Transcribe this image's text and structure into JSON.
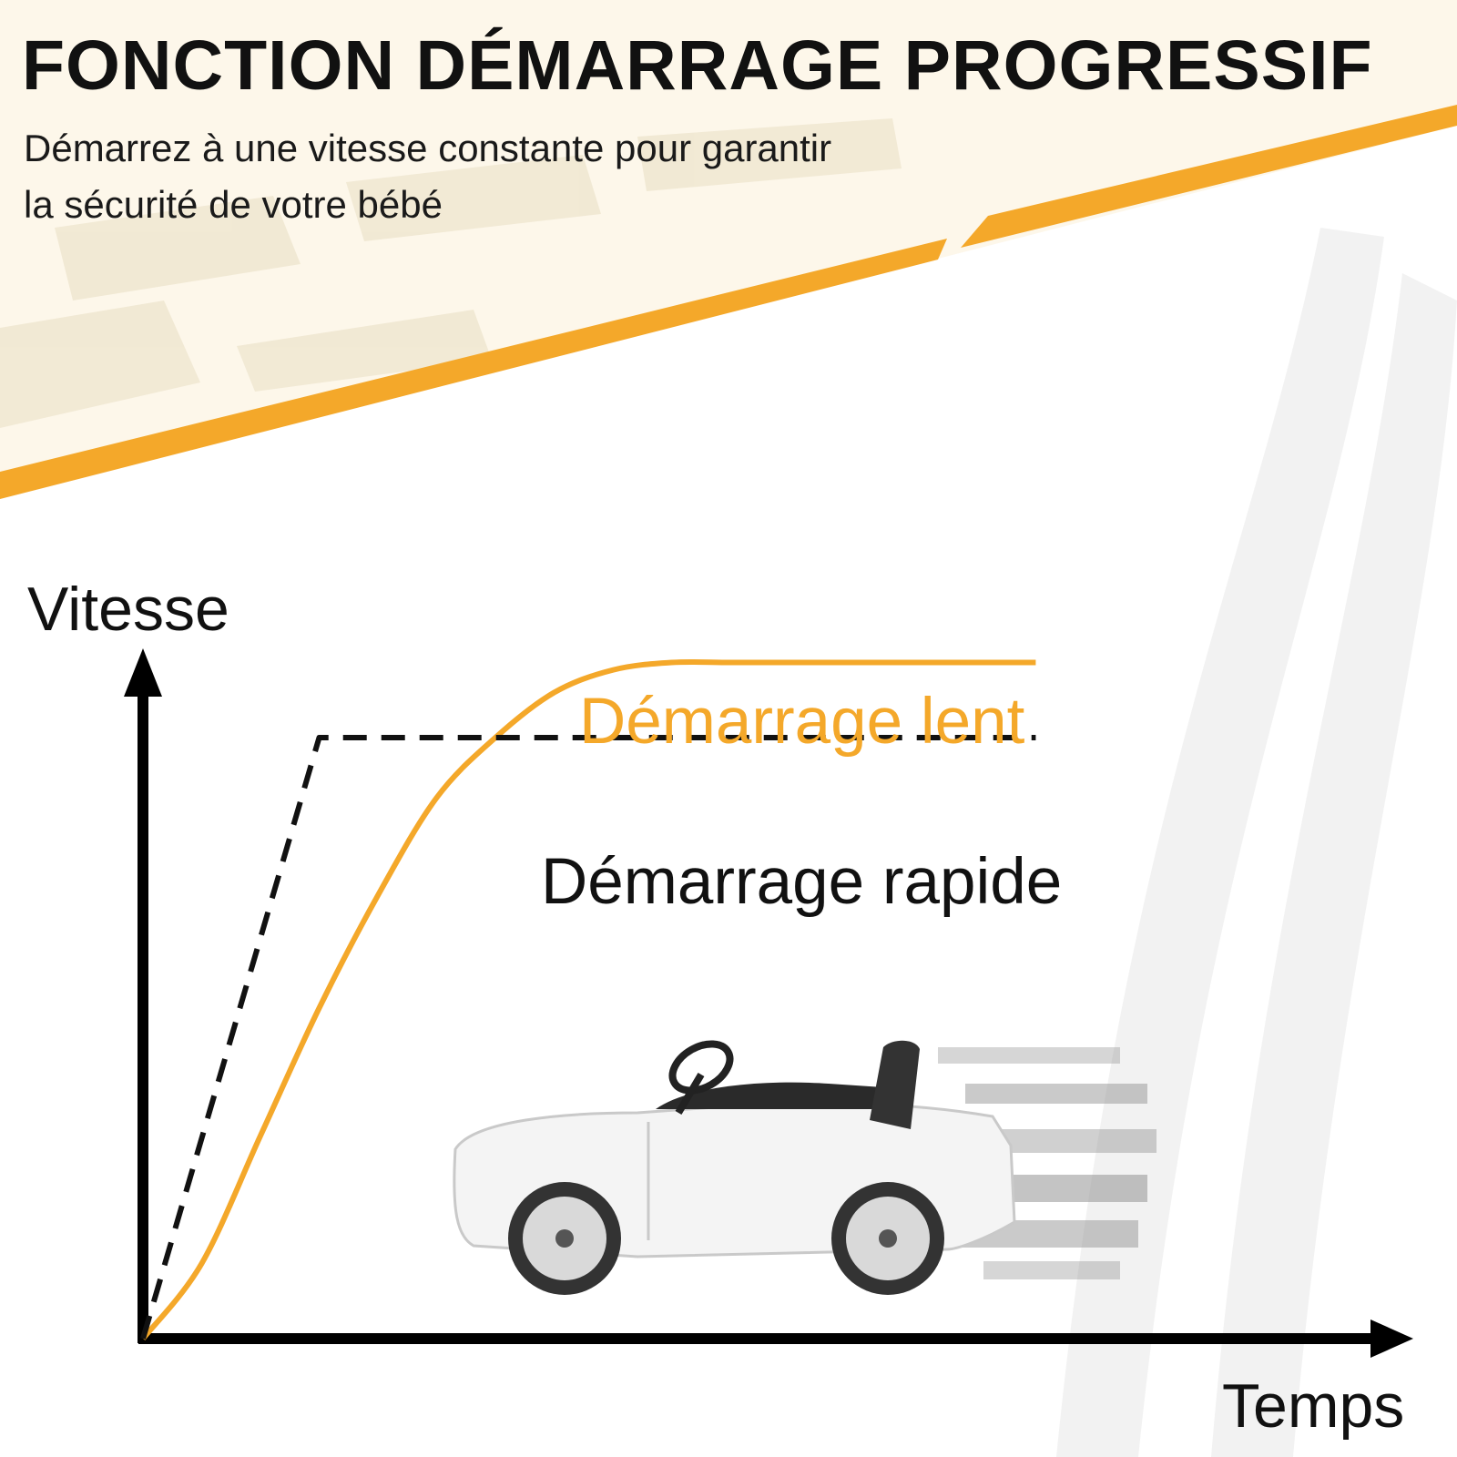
{
  "header": {
    "title": "FONCTION DÉMARRAGE PROGRESSIF",
    "subtitle": "Démarrez à une vitesse constante pour garantir la sécurité de votre bébé"
  },
  "colors": {
    "accent": "#f4a82a",
    "background": "#fdf7ea",
    "ink": "#111111"
  },
  "chart_data": {
    "type": "line",
    "title": "",
    "xlabel": "Temps",
    "ylabel": "Vitesse",
    "xlim": [
      0,
      100
    ],
    "ylim": [
      0,
      100
    ],
    "grid": false,
    "legend": "inline",
    "series": [
      {
        "name": "Démarrage lent",
        "style": "solid",
        "color": "#f4a82a",
        "x": [
          0,
          5,
          10,
          15,
          20,
          25,
          30,
          35,
          40,
          45,
          50,
          55,
          60,
          65,
          70,
          75,
          76
        ],
        "y": [
          0,
          10,
          27,
          44,
          59,
          72,
          80,
          86,
          89,
          90,
          90,
          90,
          90,
          90,
          90,
          90,
          90
        ]
      },
      {
        "name": "Démarrage rapide",
        "style": "dashed",
        "color": "#111111",
        "x": [
          0,
          15,
          76
        ],
        "y": [
          0,
          80,
          80
        ]
      }
    ]
  }
}
